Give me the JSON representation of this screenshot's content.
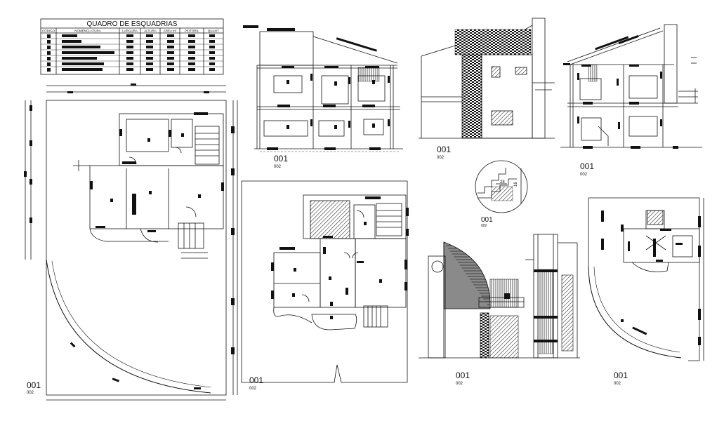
{
  "schedule_table": {
    "title": "QUADRO DE ESQUADRIAS",
    "headers": [
      "CÓDIGO",
      "NOMENCLATURA",
      "LARGURA",
      "ALTURA",
      "ÁREA m²",
      "PEITORIL",
      "QUANT."
    ]
  },
  "drawing_labels": {
    "site_plan": {
      "title": "001",
      "scale": "002"
    },
    "section_a": {
      "title": "001",
      "scale": "002"
    },
    "elevation_side": {
      "title": "001",
      "scale": "002"
    },
    "section_b": {
      "title": "001",
      "scale": "002"
    },
    "floor_plan": {
      "title": "001",
      "scale": "002"
    },
    "stair_detail": {
      "title": "001",
      "scale": "002"
    },
    "elevation_front": {
      "title": "001",
      "scale": "002"
    },
    "roof_plan": {
      "title": "001",
      "scale": "002"
    }
  },
  "stair_detail_dims": [
    "28",
    "16"
  ],
  "colors": {
    "line": "#111111",
    "hatch_gray": "#8a8a8a",
    "background": "#ffffff"
  }
}
